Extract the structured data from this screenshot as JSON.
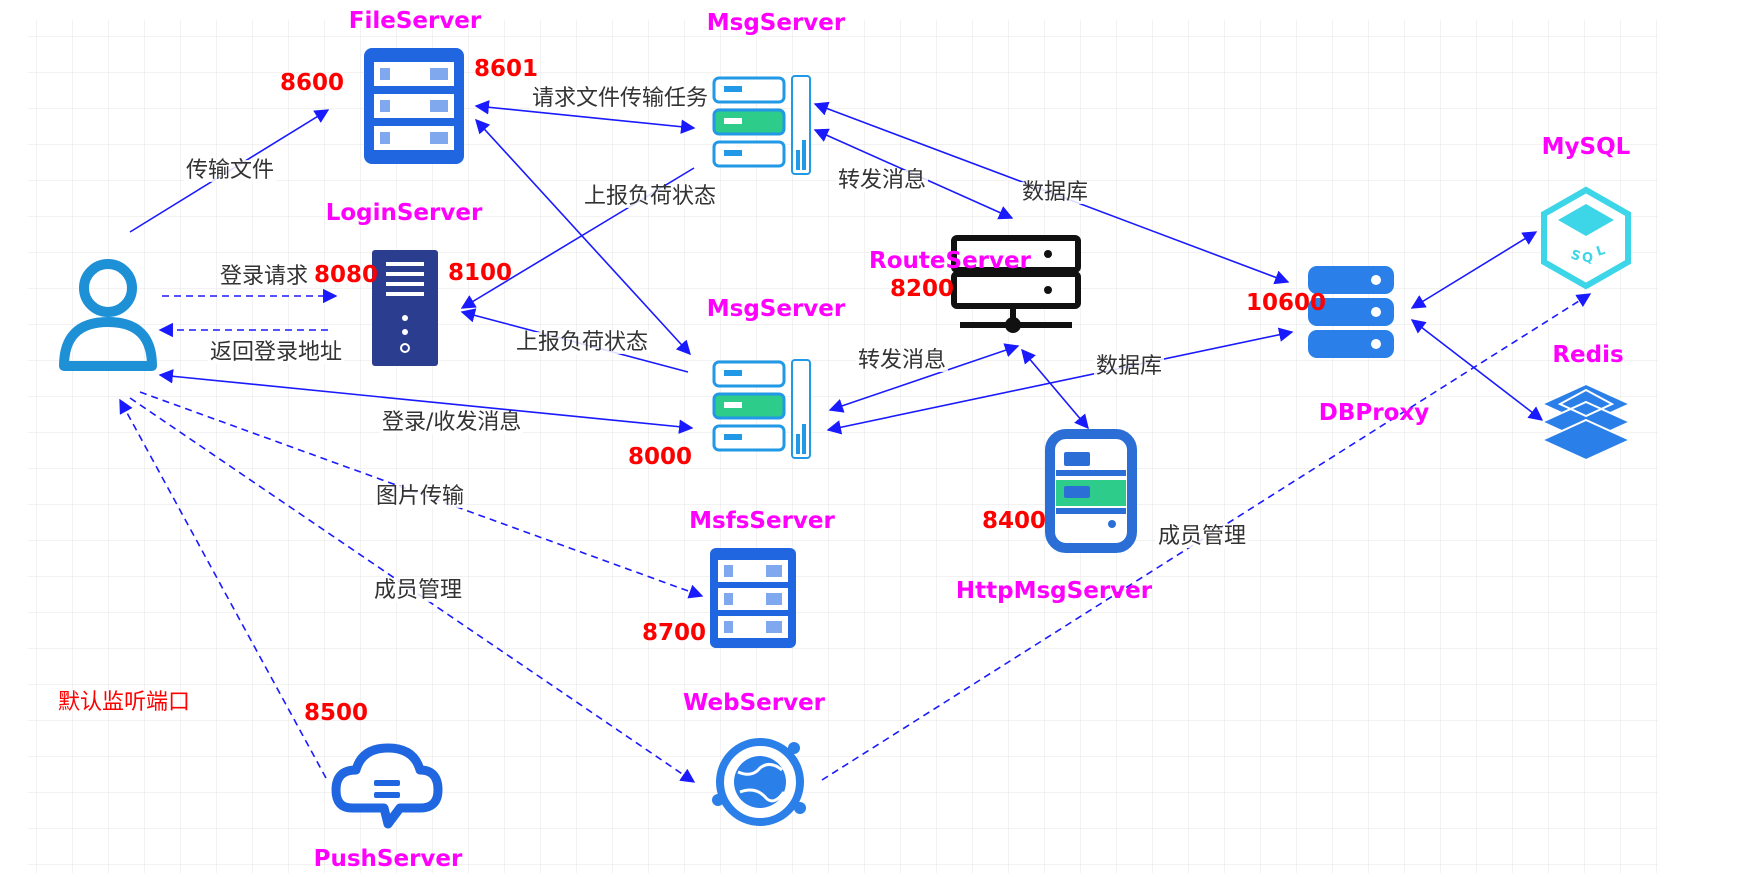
{
  "colors": {
    "name": "#ff00ff",
    "port": "#ff0000",
    "edge": "#1a1aff",
    "note": "#ff0000"
  },
  "nodes": {
    "client": {
      "icon": "user-icon"
    },
    "file_server": {
      "name": "FileServer",
      "port_a": "8600",
      "port_b": "8601",
      "icon": "server-rack-icon"
    },
    "msg_server_top": {
      "name": "MsgServer",
      "icon": "server-chart-icon"
    },
    "login_server": {
      "name": "LoginServer",
      "port_a": "8080",
      "port_b": "8100",
      "icon": "tower-server-icon"
    },
    "msg_server_mid": {
      "name": "MsgServer",
      "port": "8000",
      "icon": "server-chart-icon"
    },
    "route_server": {
      "name": "RouteServer",
      "port": "8200",
      "icon": "network-server-icon"
    },
    "db_proxy": {
      "name": "DBProxy",
      "port": "10600",
      "icon": "database-stack-icon"
    },
    "mysql": {
      "name": "MySQL",
      "icon": "sql-cube-icon"
    },
    "redis": {
      "name": "Redis",
      "icon": "layers-icon"
    },
    "http_msg_server": {
      "name": "HttpMsgServer",
      "port": "8400",
      "icon": "phone-server-icon"
    },
    "msfs_server": {
      "name": "MsfsServer",
      "port": "8700",
      "icon": "server-rack-icon"
    },
    "web_server": {
      "name": "WebServer",
      "icon": "globe-icon"
    },
    "push_server": {
      "name": "PushServer",
      "port": "8500",
      "icon": "cloud-chat-icon"
    }
  },
  "edges": {
    "transfer_file": "传输文件",
    "request_file_task": "请求文件传输任务",
    "report_load_top": "上报负荷状态",
    "login_request": "登录请求",
    "return_login_addr": "返回登录地址",
    "report_load_mid": "上报负荷状态",
    "forward_msg_top": "转发消息",
    "database_top": "数据库",
    "forward_msg_mid": "转发消息",
    "database_mid": "数据库",
    "login_send_msg": "登录/收发消息",
    "image_transfer": "图片传输",
    "member_mgmt_left": "成员管理",
    "member_mgmt_right": "成员管理"
  },
  "legend_note": "默认监听端口"
}
